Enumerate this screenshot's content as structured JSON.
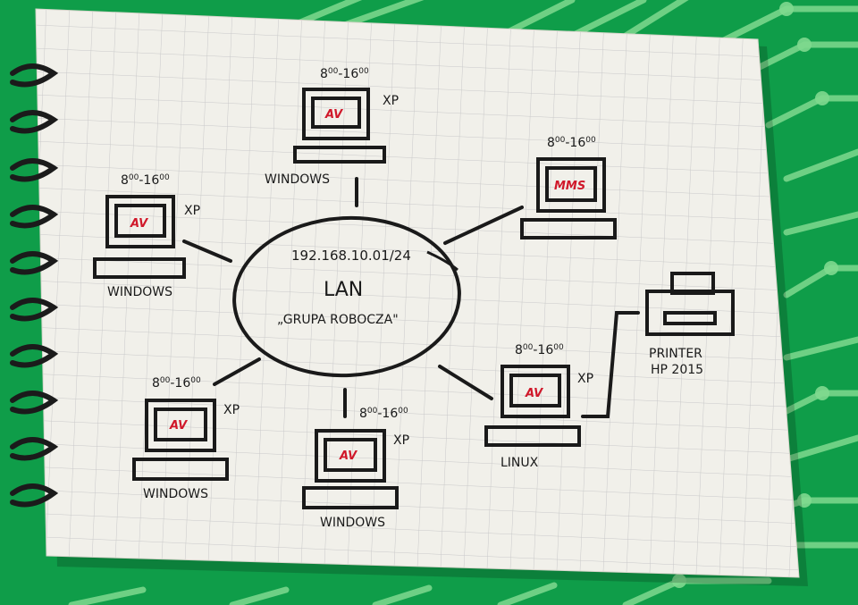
{
  "hub": {
    "ip": "192.168.10.01/24",
    "title": "LAN",
    "subtitle": "„GRUPA ROBOCZA\""
  },
  "nodes": [
    {
      "id": "top",
      "hours_main": "8",
      "hours_sup1": "00",
      "hours_mid": "-16",
      "hours_sup2": "00",
      "os_version": "XP",
      "label": "AV",
      "os": "WINDOWS"
    },
    {
      "id": "top-right",
      "hours_main": "8",
      "hours_sup1": "00",
      "hours_mid": "-16",
      "hours_sup2": "00",
      "os_version": "",
      "label": "MMS",
      "os": ""
    },
    {
      "id": "left",
      "hours_main": "8",
      "hours_sup1": "00",
      "hours_mid": "-16",
      "hours_sup2": "00",
      "os_version": "XP",
      "label": "AV",
      "os": "WINDOWS"
    },
    {
      "id": "bottom-left",
      "hours_main": "8",
      "hours_sup1": "00",
      "hours_mid": "-16",
      "hours_sup2": "00",
      "os_version": "XP",
      "label": "AV",
      "os": "WINDOWS"
    },
    {
      "id": "bottom",
      "hours_main": "8",
      "hours_sup1": "00",
      "hours_mid": "-16",
      "hours_sup2": "00",
      "os_version": "XP",
      "label": "AV",
      "os": "WINDOWS"
    },
    {
      "id": "bottom-right",
      "hours_main": "8",
      "hours_sup1": "00",
      "hours_mid": "-16",
      "hours_sup2": "00",
      "os_version": "XP",
      "label": "AV",
      "os": "LINUX"
    }
  ],
  "printer": {
    "line1": "PRINTER",
    "line2": "HP 2015"
  },
  "colors": {
    "background_green": "#0fa04a",
    "circuit_trace": "#7fd98f",
    "paper": "#f1f0ea",
    "grid": "#c9c9c9",
    "ink": "#1a1a1a",
    "accent_red": "#d0182a"
  }
}
